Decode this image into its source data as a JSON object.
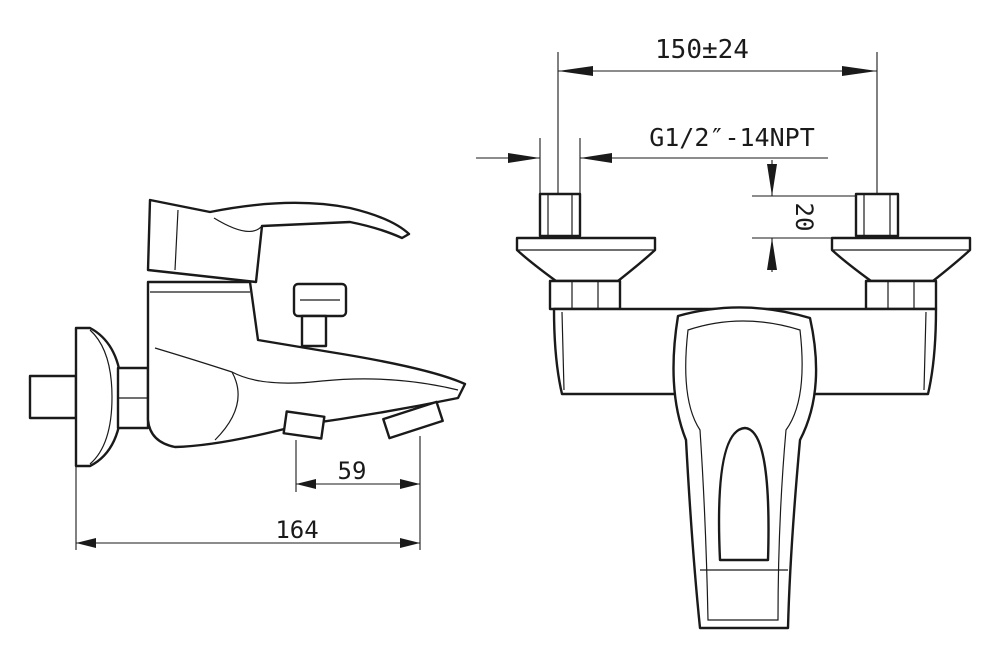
{
  "dimensions": {
    "spout_spacing": "59",
    "total_depth": "164",
    "center_distance": "150±24",
    "thread": "G1/2″-14NPT",
    "thread_length": "20"
  },
  "colors": {
    "line": "#1a1a1a",
    "background": "#ffffff"
  }
}
